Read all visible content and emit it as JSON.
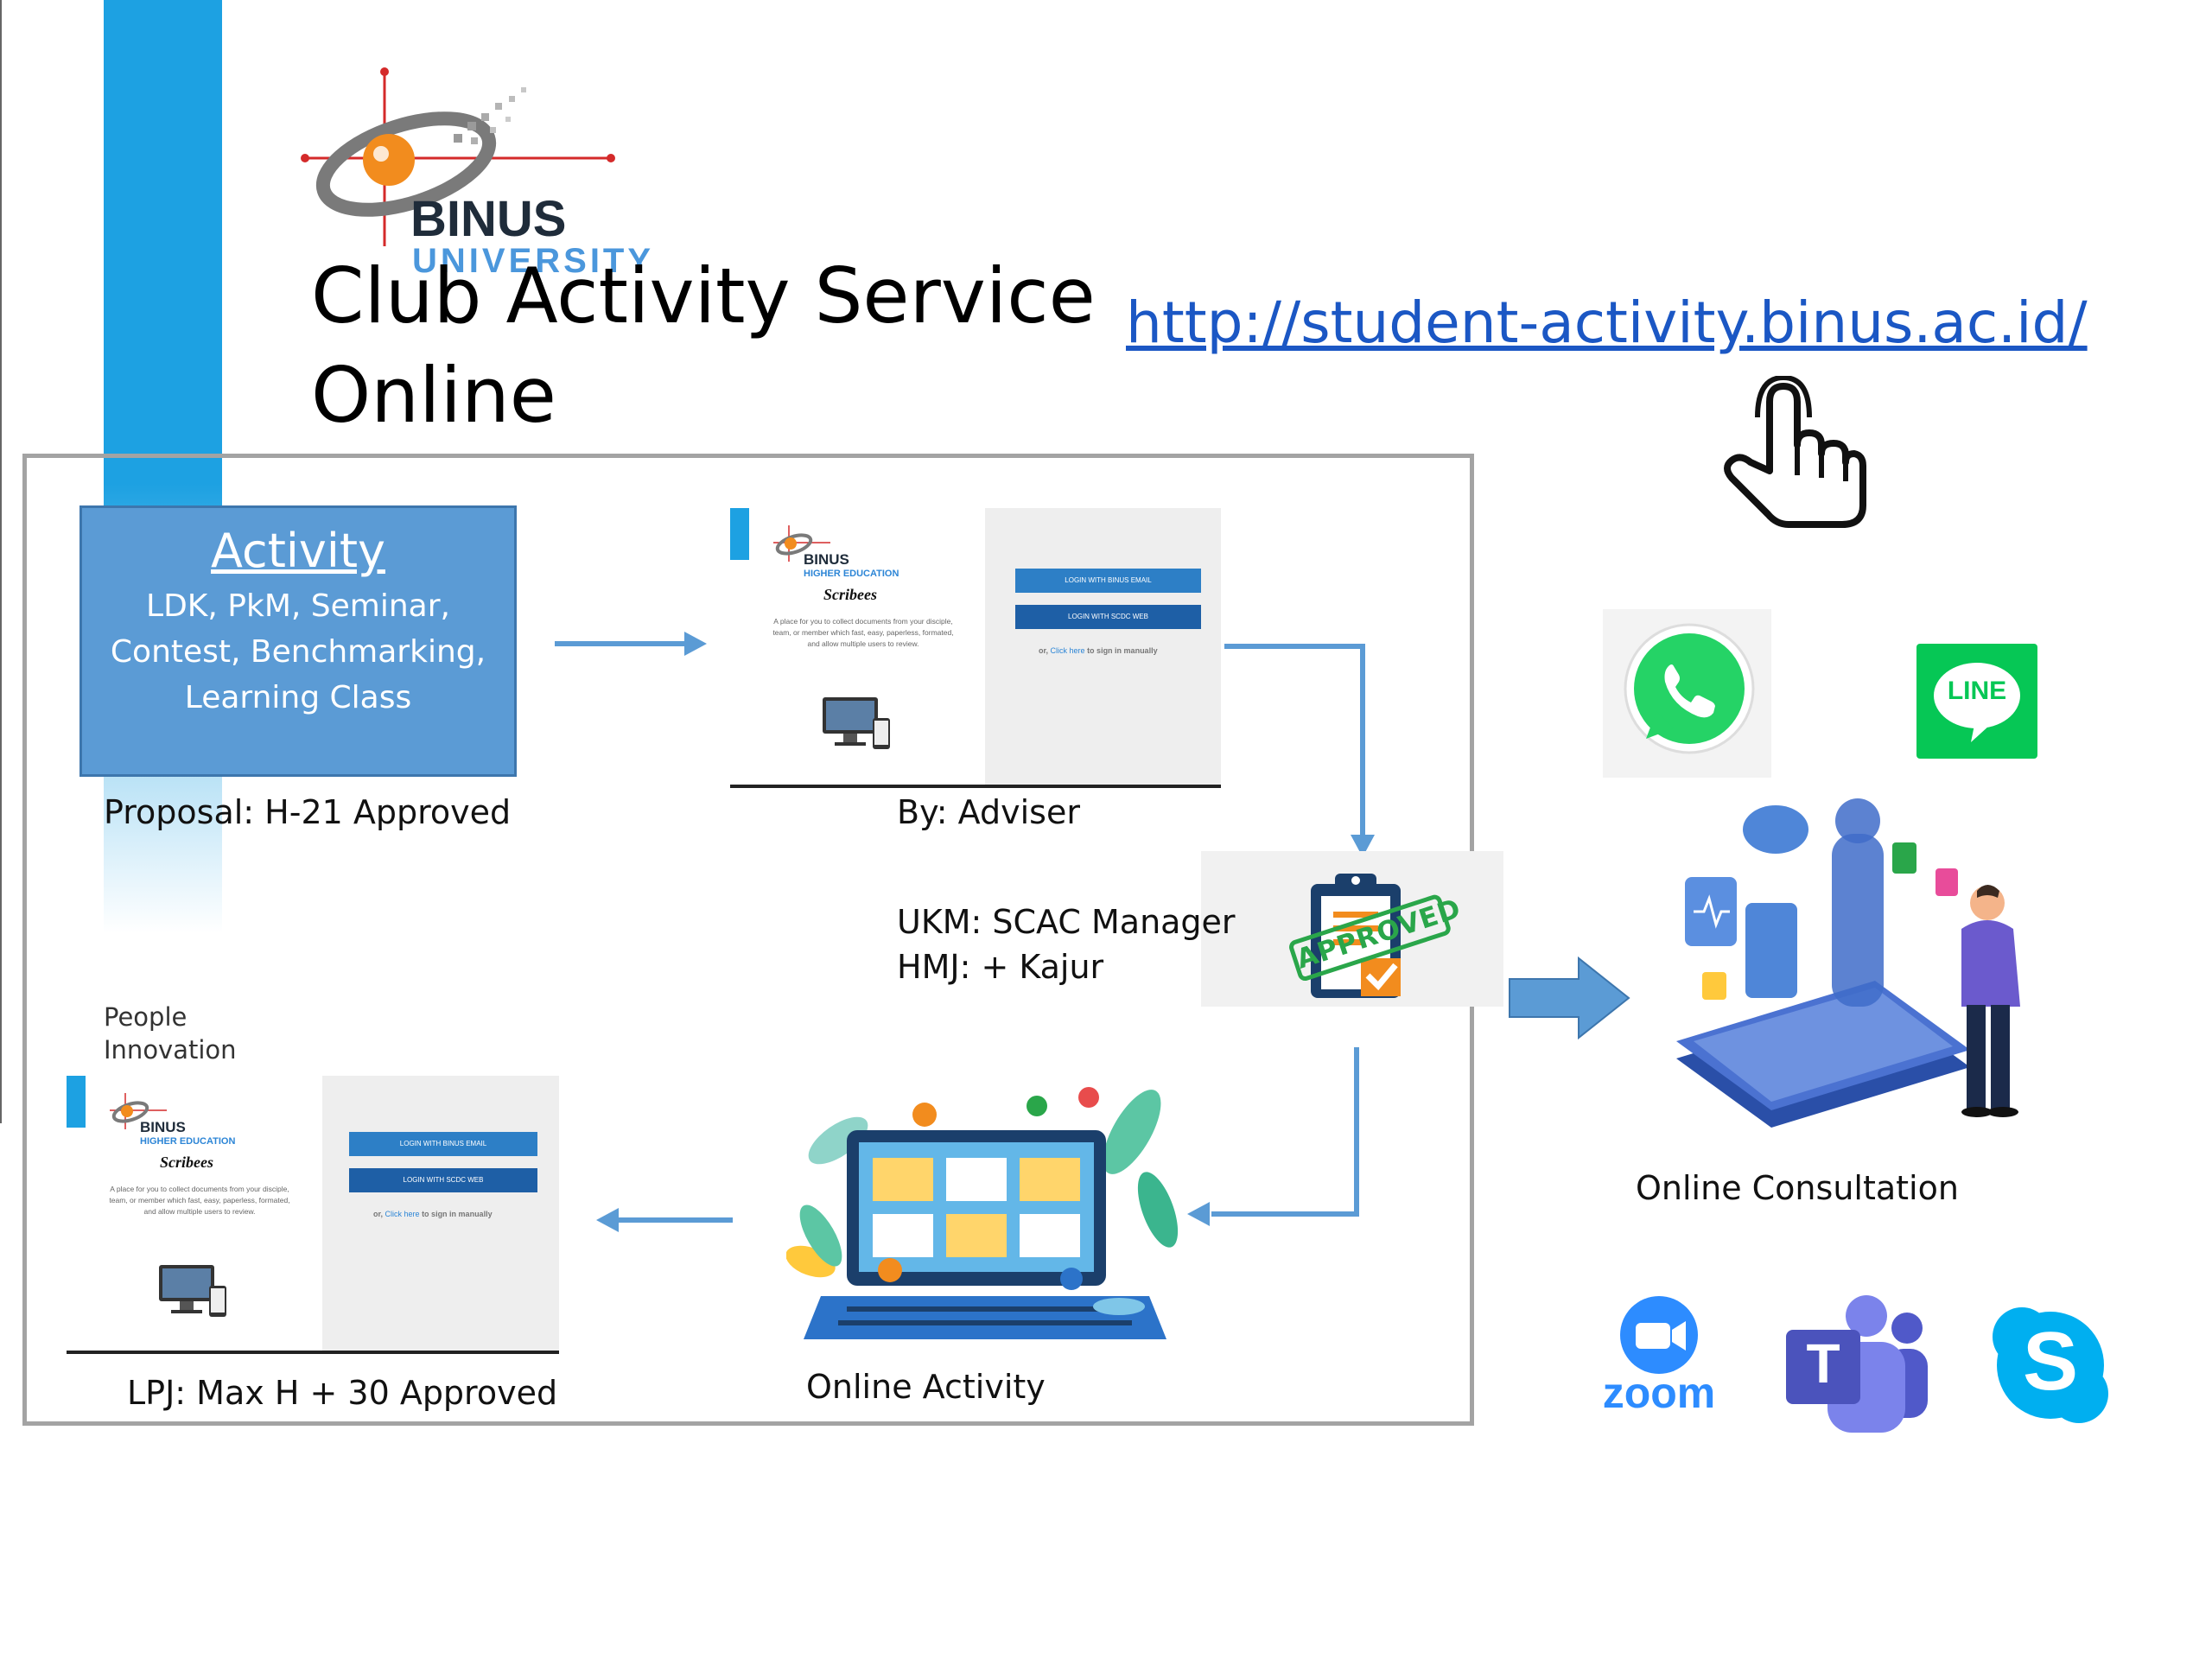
{
  "logo": {
    "brand": "BINUS",
    "sub": "UNIVERSITY"
  },
  "title": {
    "line1": "Club Activity Service",
    "line2": "Online"
  },
  "url": "http://student-activity.binus.ac.id/",
  "activity": {
    "title": "Activity",
    "desc1": "LDK, PkM, Seminar,",
    "desc2": "Contest, Benchmarking,",
    "desc3": "Learning Class"
  },
  "labels": {
    "proposal": "Proposal: H-21 Approved",
    "adviser": "By: Adviser",
    "ukm": "UKM: SCAC Manager",
    "hmj": "HMJ: + Kajur",
    "people": "People",
    "innovation": "Innovation",
    "lpj": "LPJ: Max H + 30 Approved",
    "online_activity": "Online Activity",
    "online_consultation": "Online Consultation"
  },
  "screenshot": {
    "brand": "BINUS",
    "sub": "HIGHER EDUCATION",
    "app": "Scribees",
    "desc": "A place for you to collect documents from your disciple, team, or member which fast, easy, paperless, formated, and allow multiple users to review.",
    "btn1": "LOGIN WITH BINUS EMAIL",
    "btn2": "LOGIN WITH SCDC WEB",
    "manual_prefix": "or,",
    "manual_link": "Click here",
    "manual_suffix": "to sign in manually"
  },
  "stamp": "APPROVED",
  "apps": {
    "line": "LINE",
    "zoom": "zoom",
    "teams": "T",
    "skype": "S"
  },
  "colors": {
    "accent_blue": "#1da1e2",
    "activity_box": "#5b9bd5",
    "arrow": "#5b9bd5",
    "whatsapp": "#25d366",
    "line": "#06c755",
    "zoom": "#2d8cff",
    "teams": "#5b5fc7",
    "skype": "#00aff0"
  }
}
